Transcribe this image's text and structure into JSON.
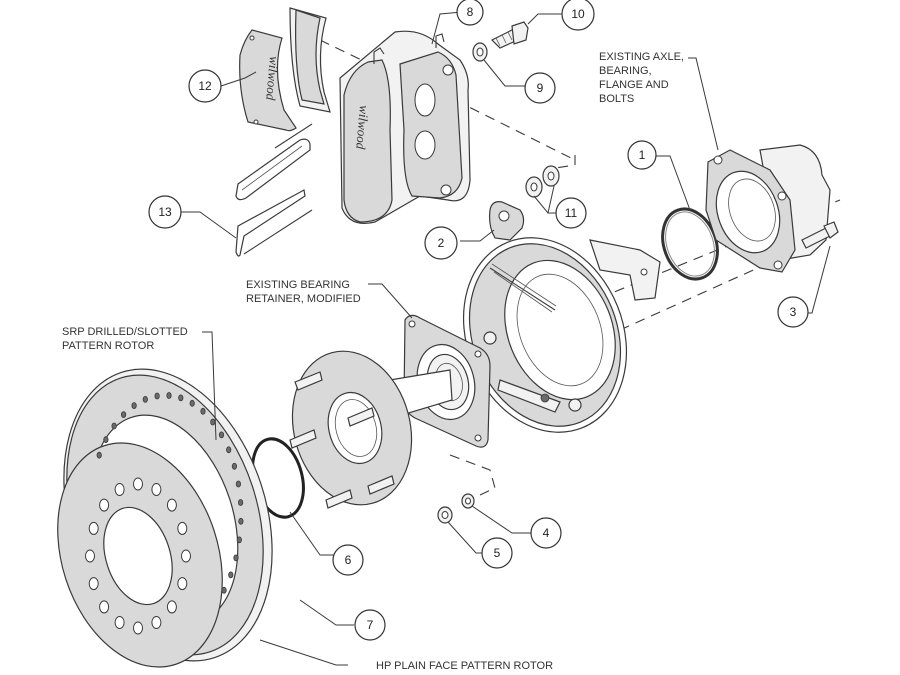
{
  "diagram": {
    "title": "Wilwood rear disc brake kit exploded view",
    "brand_text": "wilwood",
    "callouts": [
      {
        "id": "callout-1",
        "number": "1"
      },
      {
        "id": "callout-2",
        "number": "2"
      },
      {
        "id": "callout-3",
        "number": "3"
      },
      {
        "id": "callout-4",
        "number": "4"
      },
      {
        "id": "callout-5",
        "number": "5"
      },
      {
        "id": "callout-6",
        "number": "6"
      },
      {
        "id": "callout-7",
        "number": "7"
      },
      {
        "id": "callout-8",
        "number": "8"
      },
      {
        "id": "callout-9",
        "number": "9"
      },
      {
        "id": "callout-10",
        "number": "10"
      },
      {
        "id": "callout-11",
        "number": "11"
      },
      {
        "id": "callout-12",
        "number": "12"
      },
      {
        "id": "callout-13",
        "number": "13"
      }
    ],
    "labels": {
      "existing_axle": [
        "EXISTING AXLE,",
        "BEARING,",
        "FLANGE AND",
        "BOLTS"
      ],
      "bearing_retainer": [
        "EXISTING BEARING",
        "RETAINER, MODIFIED"
      ],
      "srp_rotor": [
        "SRP DRILLED/SLOTTED",
        "PATTERN ROTOR"
      ],
      "hp_rotor": [
        "HP PLAIN FACE PATTERN ROTOR"
      ]
    },
    "parts": {
      "brake_pads": "Brake pads",
      "caliper": "Caliper",
      "caliper_bolt": "Caliper mounting bolt",
      "washer": "Washer",
      "shims": "Caliper shims",
      "o_ring": "O-ring",
      "bracket": "Caliper bracket",
      "parking_brake": "Parking brake assembly",
      "axle_flange": "Existing axle flange",
      "bearing_retainer": "Bearing retainer",
      "hub_flange": "Axle hub flange with studs",
      "rotor": "Brake rotor",
      "nut": "Nut",
      "lock_washer": "Lock washer"
    }
  }
}
